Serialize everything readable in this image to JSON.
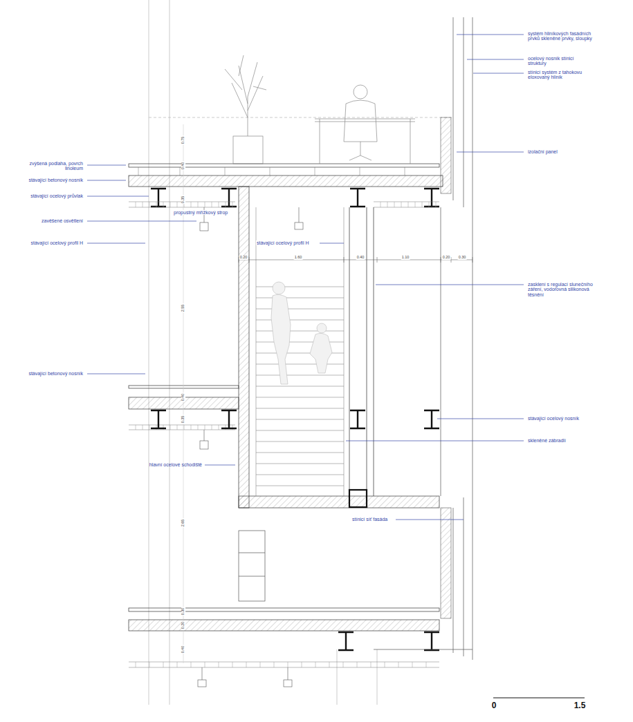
{
  "diagram": {
    "labels": [
      "systém hliníkových fasádních prvků skleněné prvky, sloupky",
      "ocelový nosník stínicí struktury",
      "stínicí systém z tahokovu eloxovaný hliník",
      "izolační panel",
      "zvýšená podlaha, povrch linoleum",
      "stávající betonový nosník",
      "stávající ocelový průvlak",
      "propustný mřížkový strop",
      "zavěšené osvětlení",
      "stávající ocelový profil H",
      "stávající ocelový profil H",
      "zasklení s regulací slunečního záření, vodorovná silikonová těsnění",
      "stávající betonový nosník",
      "stávající ocelový nosník",
      "skleněné zábradlí",
      "hlavní ocelové schodiště",
      "stínicí síť fasáda",
      "0.75",
      "0.40",
      "0.35",
      "2.55",
      "0.40",
      "0.35",
      "2.65",
      "0.30",
      "0.20",
      "0.40",
      "0.20",
      "1.60",
      "0.40",
      "1.10",
      "0.20",
      "0.30",
      "0",
      "1.5"
    ]
  }
}
